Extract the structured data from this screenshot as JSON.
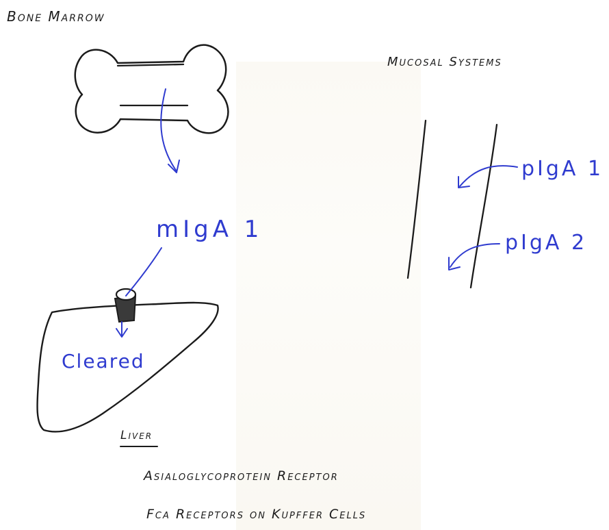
{
  "labels": {
    "bone_marrow": "Bone Marrow",
    "mucosal_systems": "Mucosal Systems",
    "miga1": "mIgA 1",
    "piga1": "pIgA 1",
    "piga2": "pIgA 2",
    "cleared": "Cleared",
    "liver": "Liver",
    "asialo_receptor": "Asialoglycoprotein Receptor",
    "fca_receptors": "Fcα Receptors on Kupffer Cells"
  },
  "colors": {
    "ink_black": "#1b1b1b",
    "ink_blue": "#2f3bcf",
    "receptor_fill": "#3a3a3a"
  }
}
